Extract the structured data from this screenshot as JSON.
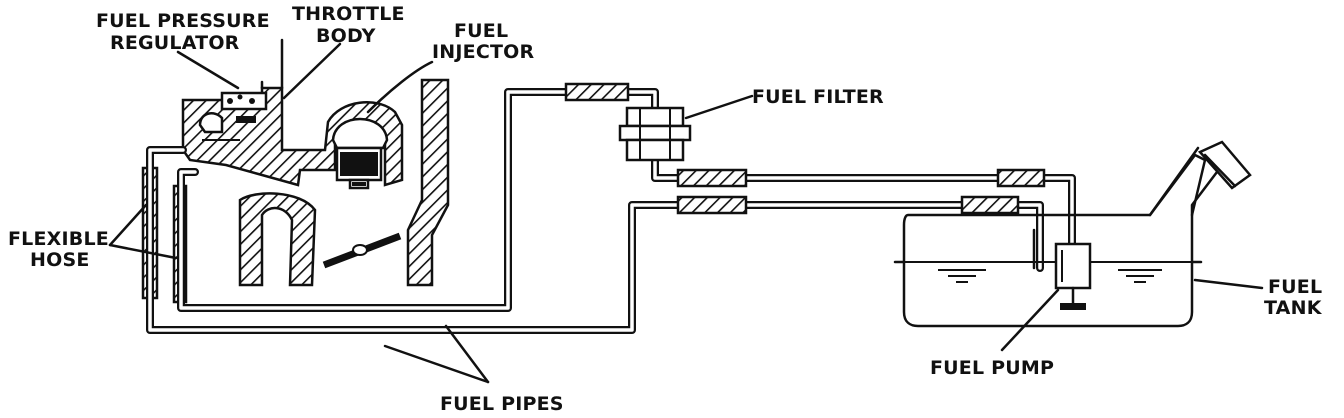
{
  "labels": {
    "fuel_pressure_regulator": [
      "FUEL PRESSURE",
      "REGULATOR"
    ],
    "throttle_body": [
      "THROTTLE",
      "BODY"
    ],
    "fuel_injector": [
      "FUEL",
      "INJECTOR"
    ],
    "fuel_filter": "FUEL FILTER",
    "flexible_hose": [
      "FLEXIBLE",
      "HOSE"
    ],
    "fuel_tank": [
      "FUEL",
      "TANK"
    ],
    "fuel_pump": "FUEL PUMP",
    "fuel_pipes": "FUEL PIPES"
  }
}
